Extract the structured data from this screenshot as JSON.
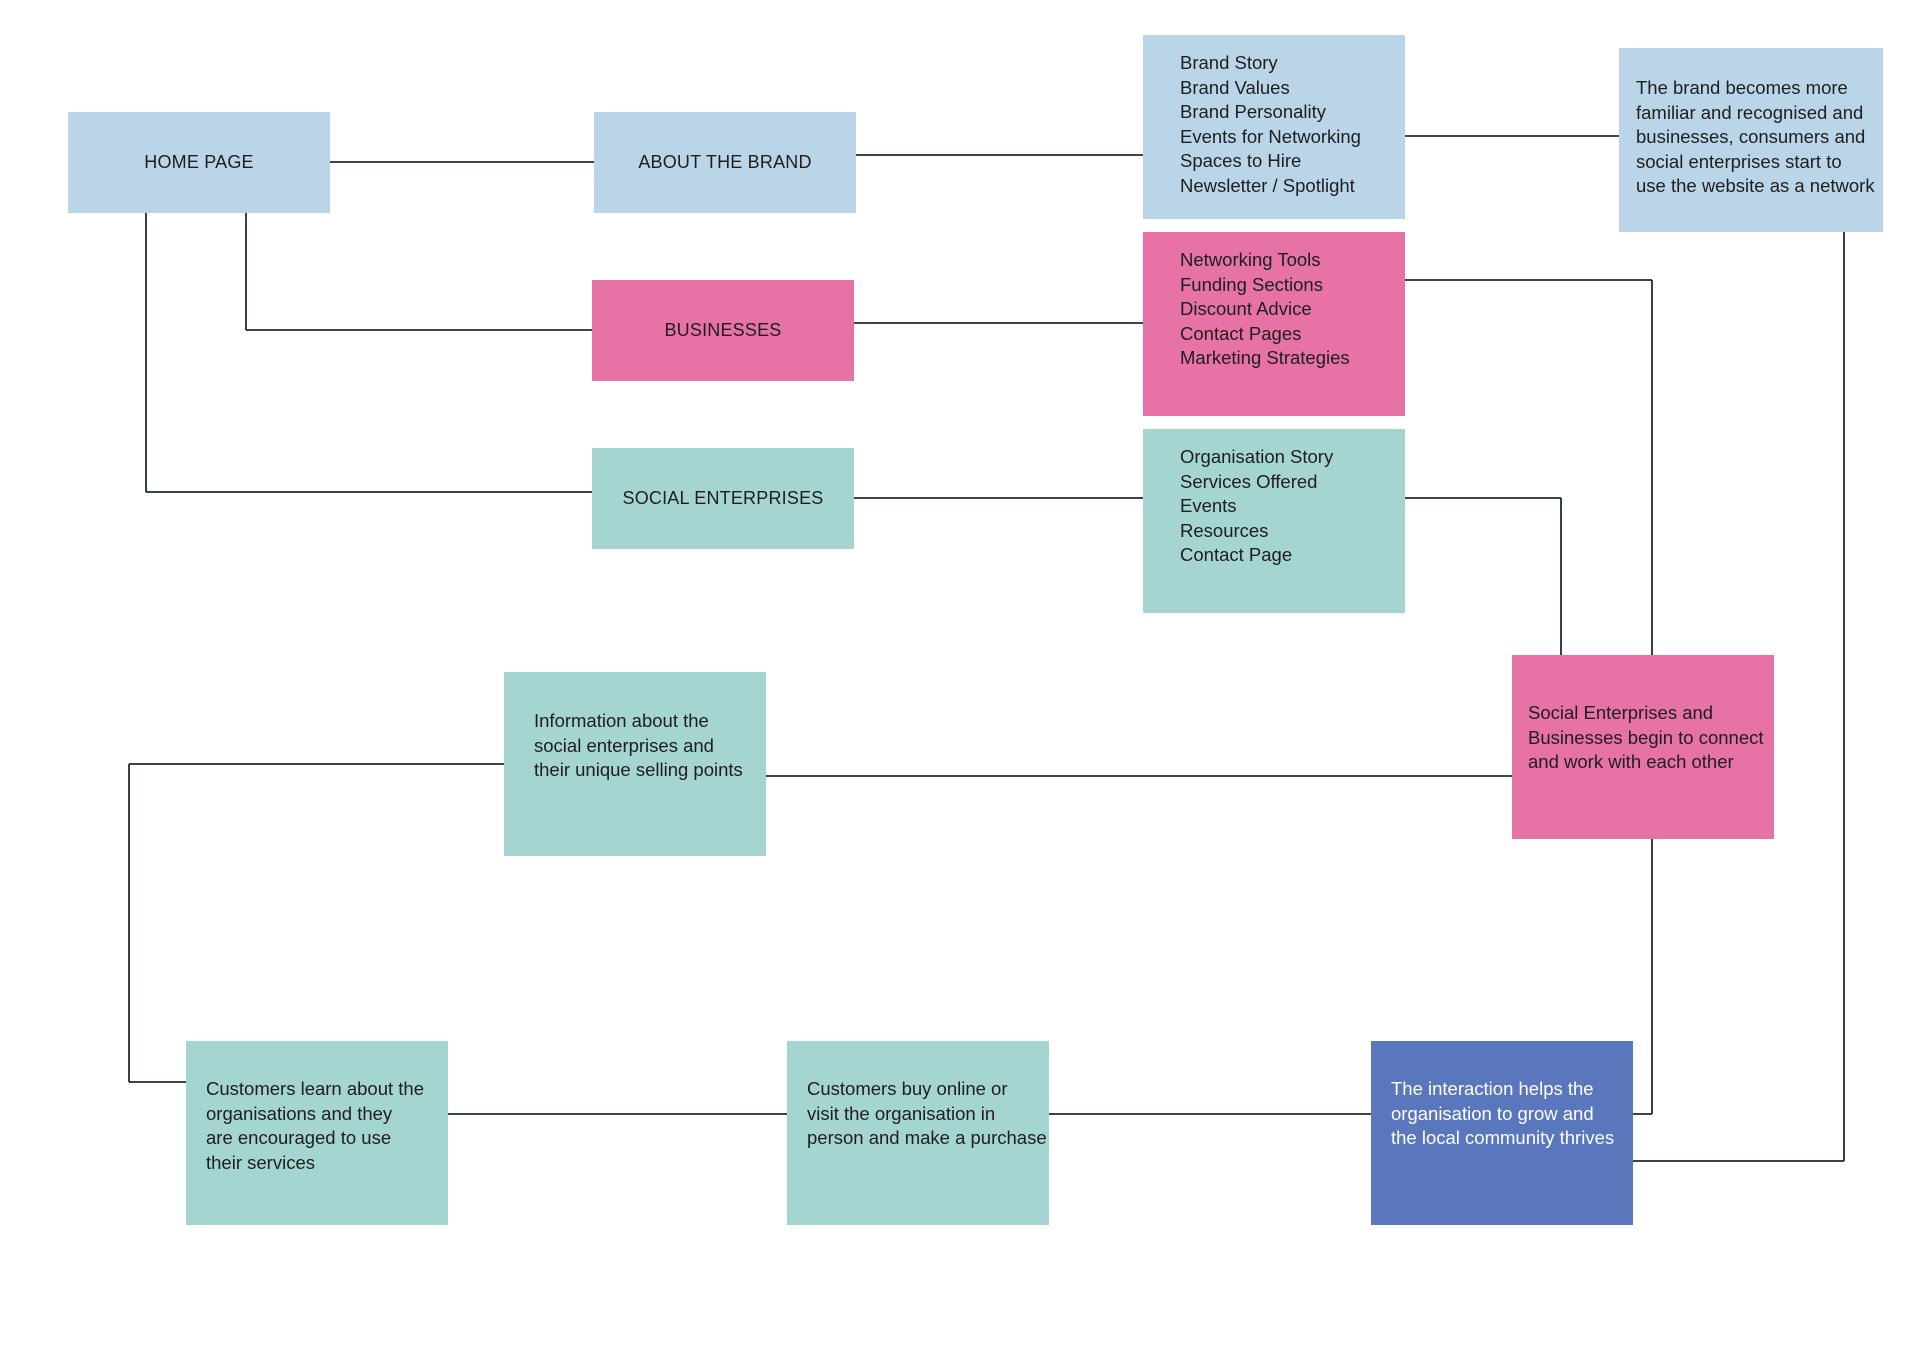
{
  "colors": {
    "light_blue": "#bad5e8",
    "pink": "#e672a6",
    "teal": "#a5d5d1",
    "violet": "#5a76bd",
    "connector": "#1f2a38"
  },
  "nodes": {
    "home": {
      "label": "HOME PAGE"
    },
    "about": {
      "label": "ABOUT THE BRAND"
    },
    "businesses": {
      "label": "BUSINESSES"
    },
    "social": {
      "label": "SOCIAL ENTERPRISES"
    },
    "brand_list": {
      "lines": [
        "Brand Story",
        "Brand Values",
        "Brand Personality",
        "Events for Networking",
        "Spaces to Hire",
        "Newsletter / Spotlight"
      ]
    },
    "business_list": {
      "lines": [
        "Networking Tools",
        "Funding Sections",
        "Discount Advice",
        "Contact Pages",
        "Marketing Strategies"
      ]
    },
    "social_list": {
      "lines": [
        "Organisation Story",
        "Services Offered",
        "Events",
        "Resources",
        "Contact Page"
      ]
    },
    "brand_outcome": {
      "lines": [
        "The brand becomes more",
        "familiar and recognised and",
        "businesses, consumers and",
        "social enterprises start to",
        "use the website as a network"
      ]
    },
    "connect": {
      "lines": [
        "Social Enterprises and",
        "Businesses begin to connect",
        "and work with each other"
      ]
    },
    "info": {
      "lines": [
        "Information about the",
        "social enterprises and",
        "their unique selling points"
      ]
    },
    "customers_learn": {
      "lines": [
        "Customers learn about the",
        "organisations and they",
        "are encouraged to use",
        "their services"
      ]
    },
    "customers_buy": {
      "lines": [
        "Customers buy online or",
        "visit the organisation in",
        "person and make a purchase"
      ]
    },
    "thrive": {
      "lines": [
        "The interaction helps the",
        "organisation to grow and",
        "the local community thrives"
      ]
    }
  }
}
